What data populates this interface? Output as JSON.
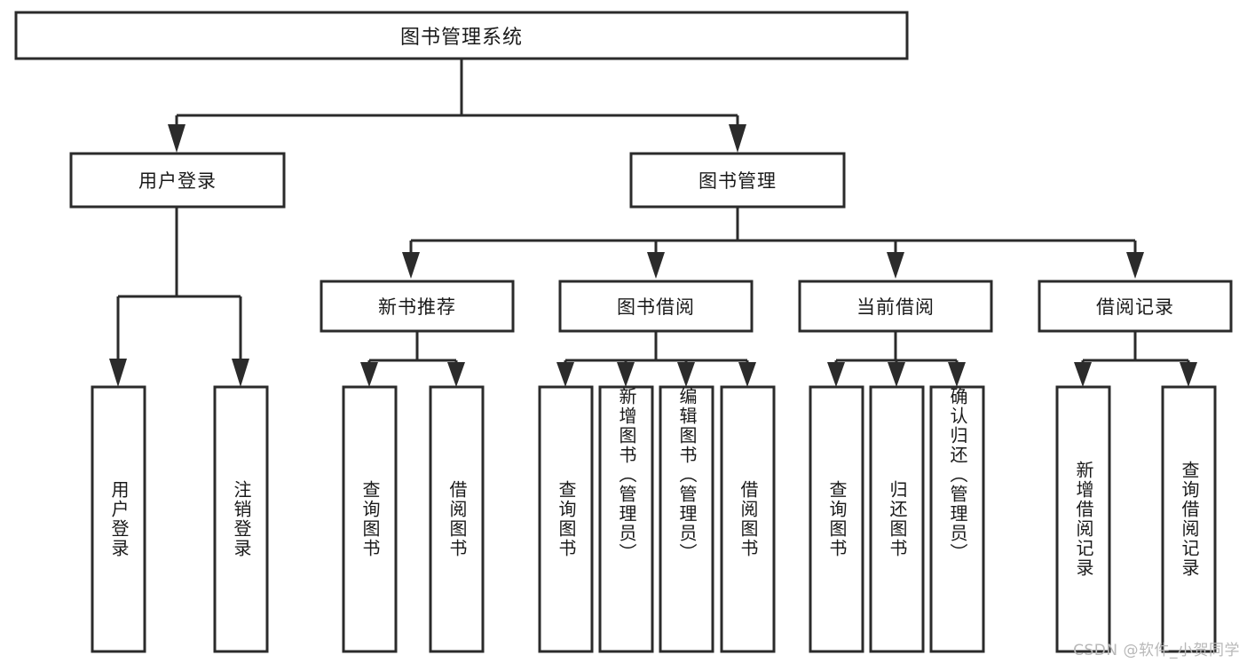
{
  "diagram": {
    "type": "hierarchy-tree",
    "title": "图书管理系统",
    "background_color": "#ffffff",
    "line_color": "#2b2b2b",
    "text_color": "#1a1a1a",
    "root": {
      "label": "图书管理系统"
    },
    "level2": [
      {
        "label": "用户登录"
      },
      {
        "label": "图书管理"
      }
    ],
    "level3": [
      {
        "label": "新书推荐"
      },
      {
        "label": "图书借阅"
      },
      {
        "label": "当前借阅"
      },
      {
        "label": "借阅记录"
      }
    ],
    "leaves": {
      "user_login": [
        {
          "label": "用户登录"
        },
        {
          "label": "注销登录"
        }
      ],
      "new_book_recommend": [
        {
          "label": "查询图书"
        },
        {
          "label": "借阅图书"
        }
      ],
      "book_borrow": [
        {
          "label": "查询图书"
        },
        {
          "label": "新增图书（管理员）"
        },
        {
          "label": "编辑图书（管理员）"
        },
        {
          "label": "借阅图书"
        }
      ],
      "current_borrow": [
        {
          "label": "查询图书"
        },
        {
          "label": "归还图书"
        },
        {
          "label": "确认归还（管理员）"
        }
      ],
      "borrow_record": [
        {
          "label": "新增借阅记录"
        },
        {
          "label": "查询借阅记录"
        }
      ]
    }
  },
  "watermark": {
    "text": "CSDN @软件_小贺同学"
  }
}
